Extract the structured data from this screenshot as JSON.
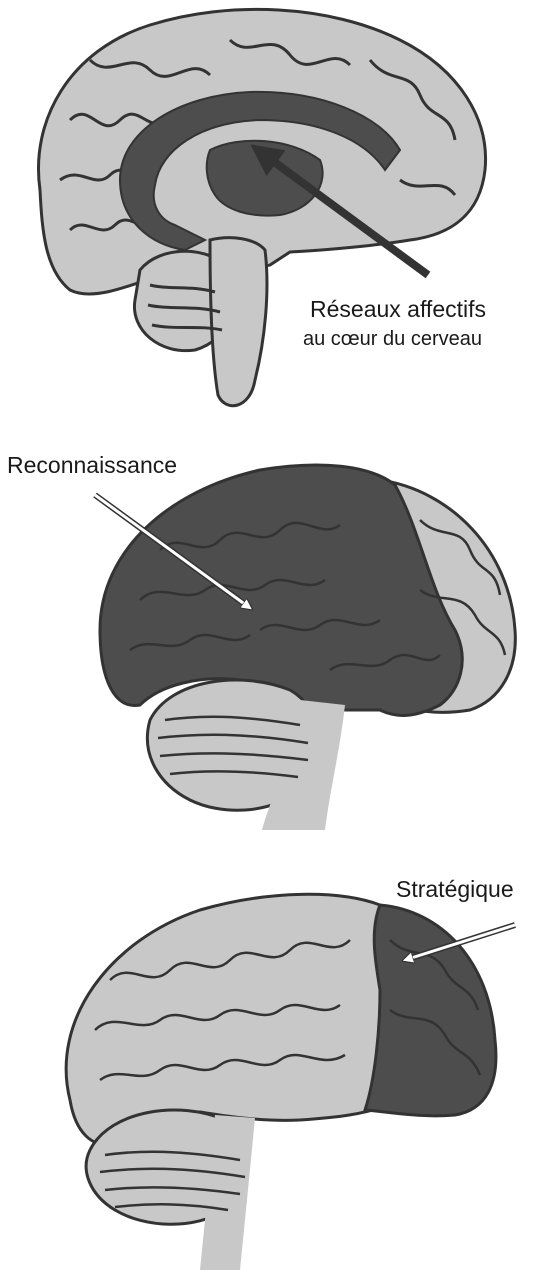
{
  "panels": {
    "medial": {
      "label_line1": "Réseaux affectifs",
      "label_line2": "au cœur du cerveau"
    },
    "recognition": {
      "label": "Reconnaissance"
    },
    "strategic": {
      "label": "Stratégique"
    }
  },
  "colors": {
    "highlight": "#4d4d4d",
    "brain": "#c8c8c8",
    "outline": "#333333",
    "arrow_white": "#ffffff"
  }
}
